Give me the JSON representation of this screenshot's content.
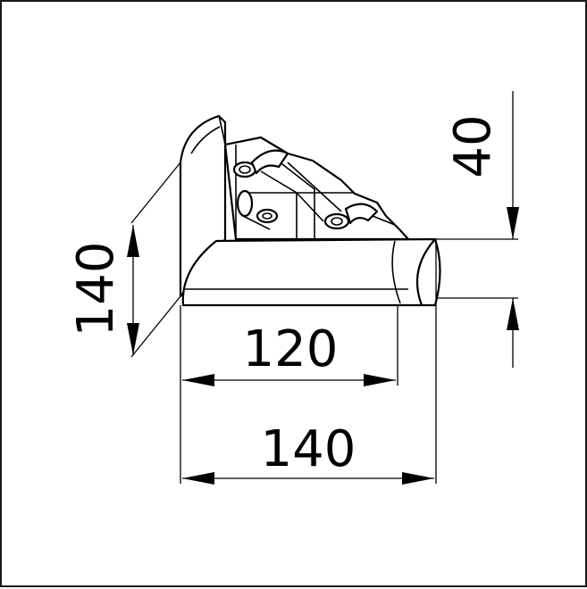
{
  "drawing": {
    "dimensions": {
      "height_left": "140",
      "inner_width": "120",
      "outer_width": "140",
      "thickness": "40"
    }
  },
  "colors": {
    "line": "#000000",
    "background": "#ffffff",
    "frame": "#1a1a1a"
  }
}
